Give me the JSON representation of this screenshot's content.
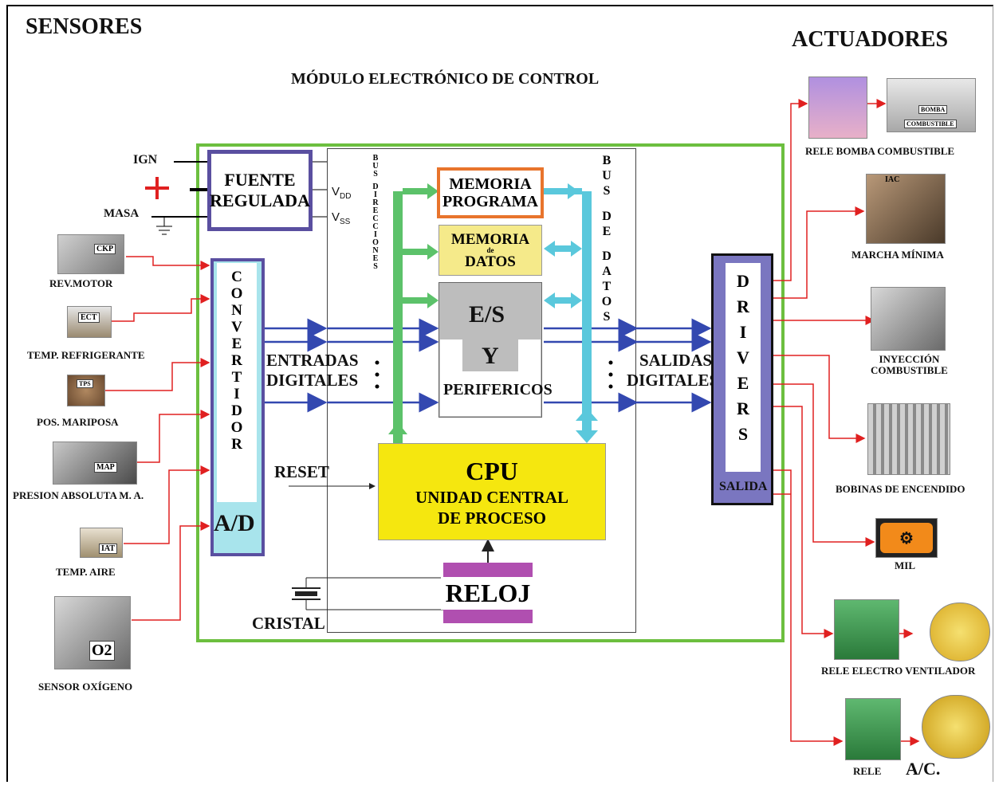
{
  "headers": {
    "sensors": "SENSORES",
    "actuators": "ACTUADORES",
    "module": "MÓDULO ELECTRÓNICO DE CONTROL"
  },
  "power": {
    "ign": "IGN",
    "masa": "MASA",
    "vdd": "V",
    "vdd_sub": "DD",
    "vss": "V",
    "vss_sub": "SS"
  },
  "blocks": {
    "fuente_line1": "FUENTE",
    "fuente_line2": "REGULADA",
    "convertidor": [
      "C",
      "O",
      "N",
      "V",
      "E",
      "R",
      "T",
      "I",
      "D",
      "O",
      "R"
    ],
    "ad": "A/D",
    "mem_prog_line1": "MEMORIA",
    "mem_prog_line2": "PROGRAMA",
    "mem_datos_line1": "MEMORIA",
    "mem_datos_de": "de",
    "mem_datos_line2": "DATOS",
    "es": "E/S",
    "es_y": "Y",
    "perifericos": "PERIFERICOS",
    "cpu": "CPU",
    "cpu_line2": "UNIDAD CENTRAL",
    "cpu_line3": "DE PROCESO",
    "reloj": "RELOJ",
    "drivers": [
      "D",
      "R",
      "I",
      "V",
      "E",
      "R",
      "S"
    ],
    "salida": "SALIDA",
    "bus_dir": [
      "B",
      "U",
      "S",
      "",
      "D",
      "I",
      "R",
      "E",
      "C",
      "C",
      "I",
      "O",
      "N",
      "E",
      "S"
    ],
    "bus_datos": [
      "B",
      "U",
      "S",
      "",
      "D",
      "E",
      "",
      "D",
      "A",
      "T",
      "O",
      "S"
    ]
  },
  "signals": {
    "entradas_1": "ENTRADAS",
    "entradas_2": "DIGITALES",
    "salidas_1": "SALIDAS",
    "salidas_2": "DIGITALES",
    "reset": "RESET",
    "cristal": "CRISTAL"
  },
  "sensors": [
    {
      "label": "REV.MOTOR",
      "tag": "CKP"
    },
    {
      "label": "TEMP. REFRIGERANTE",
      "tag": "ECT"
    },
    {
      "label": "POS. MARIPOSA",
      "tag": "TPS"
    },
    {
      "label": "PRESION ABSOLUTA M. A.",
      "tag": "MAP"
    },
    {
      "label": "TEMP.  AIRE",
      "tag": "IAT"
    },
    {
      "label": "SENSOR OXÍGENO",
      "tag": "O2"
    }
  ],
  "actuators": [
    {
      "label": "RELE  BOMBA  COMBUSTIBLE",
      "tag1": "BOMBA",
      "tag2": "COMBUSTIBLE"
    },
    {
      "label": "MARCHA MÍNIMA",
      "tag": "IAC"
    },
    {
      "label1": "INYECCIÓN",
      "label2": "COMBUSTIBLE"
    },
    {
      "label": "BOBINAS DE  ENCENDIDO"
    },
    {
      "label": "MIL"
    },
    {
      "label": "RELE  ELECTRO VENTILADOR"
    },
    {
      "label": "RELE",
      "label2": "A/C."
    }
  ],
  "colors": {
    "module_border": "#6cbf3f",
    "fuente_border": "#5a4fa0",
    "convertidor_border": "#5a4fa0",
    "mem_prog_border": "#e8742c",
    "mem_datos_fill": "#f5ea8a",
    "cpu_fill": "#f5e70f",
    "reloj_fill": "#b04fb0",
    "drivers_fill": "#7a76c0",
    "bus_dir": "#5cc26a",
    "bus_datos": "#5ac8dc",
    "signal_line": "#3348b0",
    "wire": "#e02020"
  }
}
